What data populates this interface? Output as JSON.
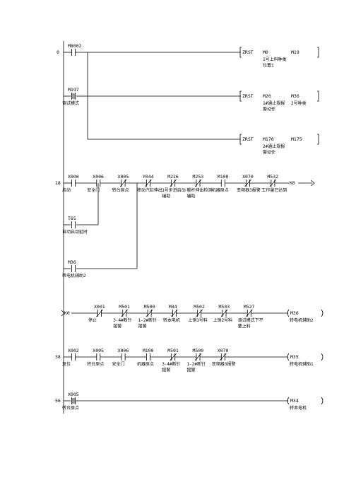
{
  "rungs": [
    {
      "step": "0",
      "contacts": [
        {
          "addr": "M8002",
          "type": "NO",
          "comment": ""
        }
      ],
      "branches": [
        {
          "addr": "M197",
          "type": "NOP",
          "comment": "调试模式"
        }
      ],
      "outputs": [
        {
          "instr": "ZRST",
          "op1": "M0",
          "op1_comment": "1号上料种类位置1",
          "op2": "M19",
          "op2_comment": ""
        },
        {
          "instr": "ZRST",
          "op1": "M20",
          "op1_comment": "1#通止规报警动作",
          "op2": "M36",
          "op2_comment": "2号种类"
        },
        {
          "instr": "ZRST",
          "op1": "M170",
          "op1_comment": "2#通止规报警动作",
          "op2": "M175",
          "op2_comment": ""
        }
      ]
    },
    {
      "step": "18",
      "contacts": [
        {
          "addr": "X000",
          "type": "NO",
          "comment": "启动"
        },
        {
          "addr": "X006",
          "type": "NO",
          "comment": "安全门"
        },
        {
          "addr": "X005",
          "type": "NC",
          "comment": "转台原点"
        },
        {
          "addr": "Y044",
          "type": "NC",
          "comment": "移动汽缸伸出"
        },
        {
          "addr": "M226",
          "type": "NC",
          "comment": "1号步进启动辅助"
        },
        {
          "addr": "M253",
          "type": "NC",
          "comment": "搬杆伸出检测辅助"
        },
        {
          "addr": "M100",
          "type": "NO",
          "comment": "机器原点"
        },
        {
          "addr": "X070",
          "type": "NC",
          "comment": "变频器3报警"
        },
        {
          "addr": "M532",
          "type": "NC",
          "comment": "工作量已达到"
        }
      ],
      "branches": [
        {
          "addr": "T65",
          "type": "NO",
          "comment": "自动启动延时"
        },
        {
          "addr": "M36",
          "type": "NO",
          "comment": "转电机辅助2"
        }
      ],
      "output_label": "K0"
    },
    {
      "step": "",
      "prefix": "K0",
      "contacts": [
        {
          "addr": "X001",
          "type": "NC",
          "comment": "停止"
        },
        {
          "addr": "M501",
          "type": "NC",
          "comment": "3-4#断针报警"
        },
        {
          "addr": "M500",
          "type": "NC",
          "comment": "1-2#断针报警"
        },
        {
          "addr": "M34",
          "type": "NC",
          "comment": "转本电机"
        },
        {
          "addr": "M502",
          "type": "NC",
          "comment": "上销1号料"
        },
        {
          "addr": "M503",
          "type": "NC",
          "comment": "上销2号料"
        },
        {
          "addr": "M527",
          "type": "NC",
          "comment": "调试模式下不要上料"
        }
      ],
      "coil": {
        "addr": "M36",
        "comment": "转电机辅助2"
      }
    },
    {
      "step": "38",
      "contacts": [
        {
          "addr": "X002",
          "type": "NO",
          "comment": "复位"
        },
        {
          "addr": "X005",
          "type": "NO",
          "comment": "转台原点"
        },
        {
          "addr": "X006",
          "type": "NO",
          "comment": "安全门"
        },
        {
          "addr": "M100",
          "type": "NO",
          "comment": "机器原点"
        },
        {
          "addr": "M501",
          "type": "NC",
          "comment": "3-4#断针报警"
        },
        {
          "addr": "M500",
          "type": "NC",
          "comment": "1-2#断针报警"
        },
        {
          "addr": "X070",
          "type": "NC",
          "comment": "变频器3报警"
        }
      ],
      "coil": {
        "addr": "M35",
        "comment": "转电机辅助1"
      }
    },
    {
      "step": "56",
      "contacts": [
        {
          "addr": "X005",
          "type": "P",
          "comment": "转台原点"
        }
      ],
      "coil": {
        "addr": "M34",
        "comment": "转本电机"
      }
    }
  ]
}
